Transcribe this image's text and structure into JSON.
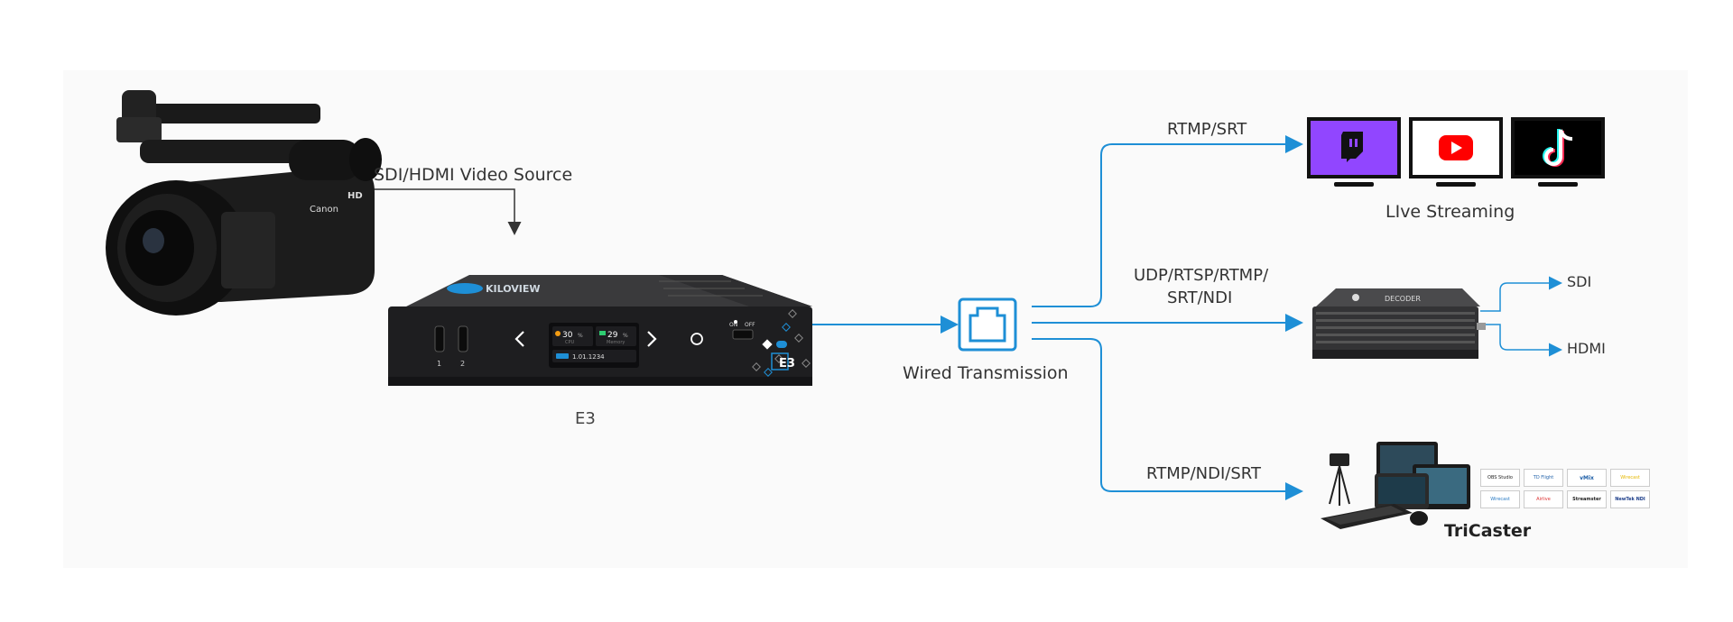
{
  "labels": {
    "video_source": "SDI/HDMI Video Source",
    "device_name": "E3",
    "wired": "Wired Transmission",
    "link_top": "RTMP/SRT",
    "link_mid_line1": "UDP/RTSP/RTMP/",
    "link_mid_line2": "SRT/NDI",
    "link_bottom": "RTMP/NDI/SRT",
    "live_streaming": "LIve Streaming",
    "out_sdi": "SDI",
    "out_hdmi": "HDMI",
    "tricaster": "TriCaster"
  },
  "device": {
    "brand": "KILOVIEW",
    "cpu_value": "30",
    "cpu_unit": "%",
    "cpu_label": "CPU",
    "mem_value": "29",
    "mem_unit": "%",
    "mem_label": "Memory",
    "version": "1.01.1234",
    "usb1": "1",
    "usb2": "2",
    "switch_on": "ON",
    "switch_off": "OFF",
    "model_badge": "E3"
  },
  "camera": {
    "brand": "Canon",
    "badge": "HD"
  },
  "decoder": {
    "label": "DECODER"
  },
  "software_logos": [
    "OBS Studio",
    "TD Flight",
    "vMix",
    "Wirecast",
    "Wirecast",
    "Airlive",
    "Streamster",
    "NewTek NDI"
  ],
  "colors": {
    "arrow": "#1e8fd6",
    "twitch": "#9146ff",
    "youtube": "#ff0000",
    "tiktok": "#000000",
    "device_body": "#2a2a2c",
    "accent": "#1e8fd6"
  },
  "icons": [
    "camera-icon",
    "ethernet-icon",
    "twitch-icon",
    "youtube-icon",
    "tiktok-icon",
    "decoder-icon",
    "tricaster-icon"
  ]
}
